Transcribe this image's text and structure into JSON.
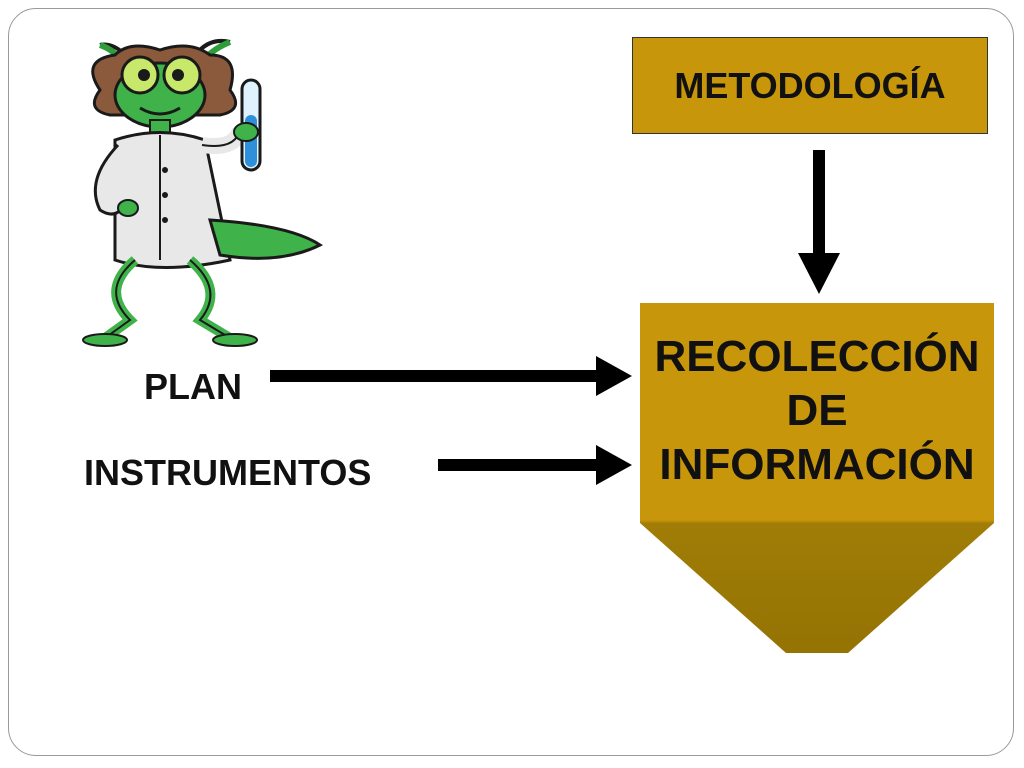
{
  "diagram": {
    "top_box": {
      "label": "METODOLOGÍA",
      "fill": "#c8960a"
    },
    "main_shape": {
      "lines": [
        "RECOLECCIÓN",
        "DE",
        "INFORMACIÓN"
      ],
      "fill_top": "#c8960a",
      "fill_bottom": "#9a7a06"
    },
    "inputs": [
      {
        "label": "PLAN"
      },
      {
        "label": "INSTRUMENTOS"
      }
    ],
    "mascot": {
      "description_icon": "scientist-grasshopper-icon"
    }
  },
  "colors": {
    "accent": "#c8960a",
    "accent_dark": "#9a7a06",
    "arrow": "#000000"
  }
}
